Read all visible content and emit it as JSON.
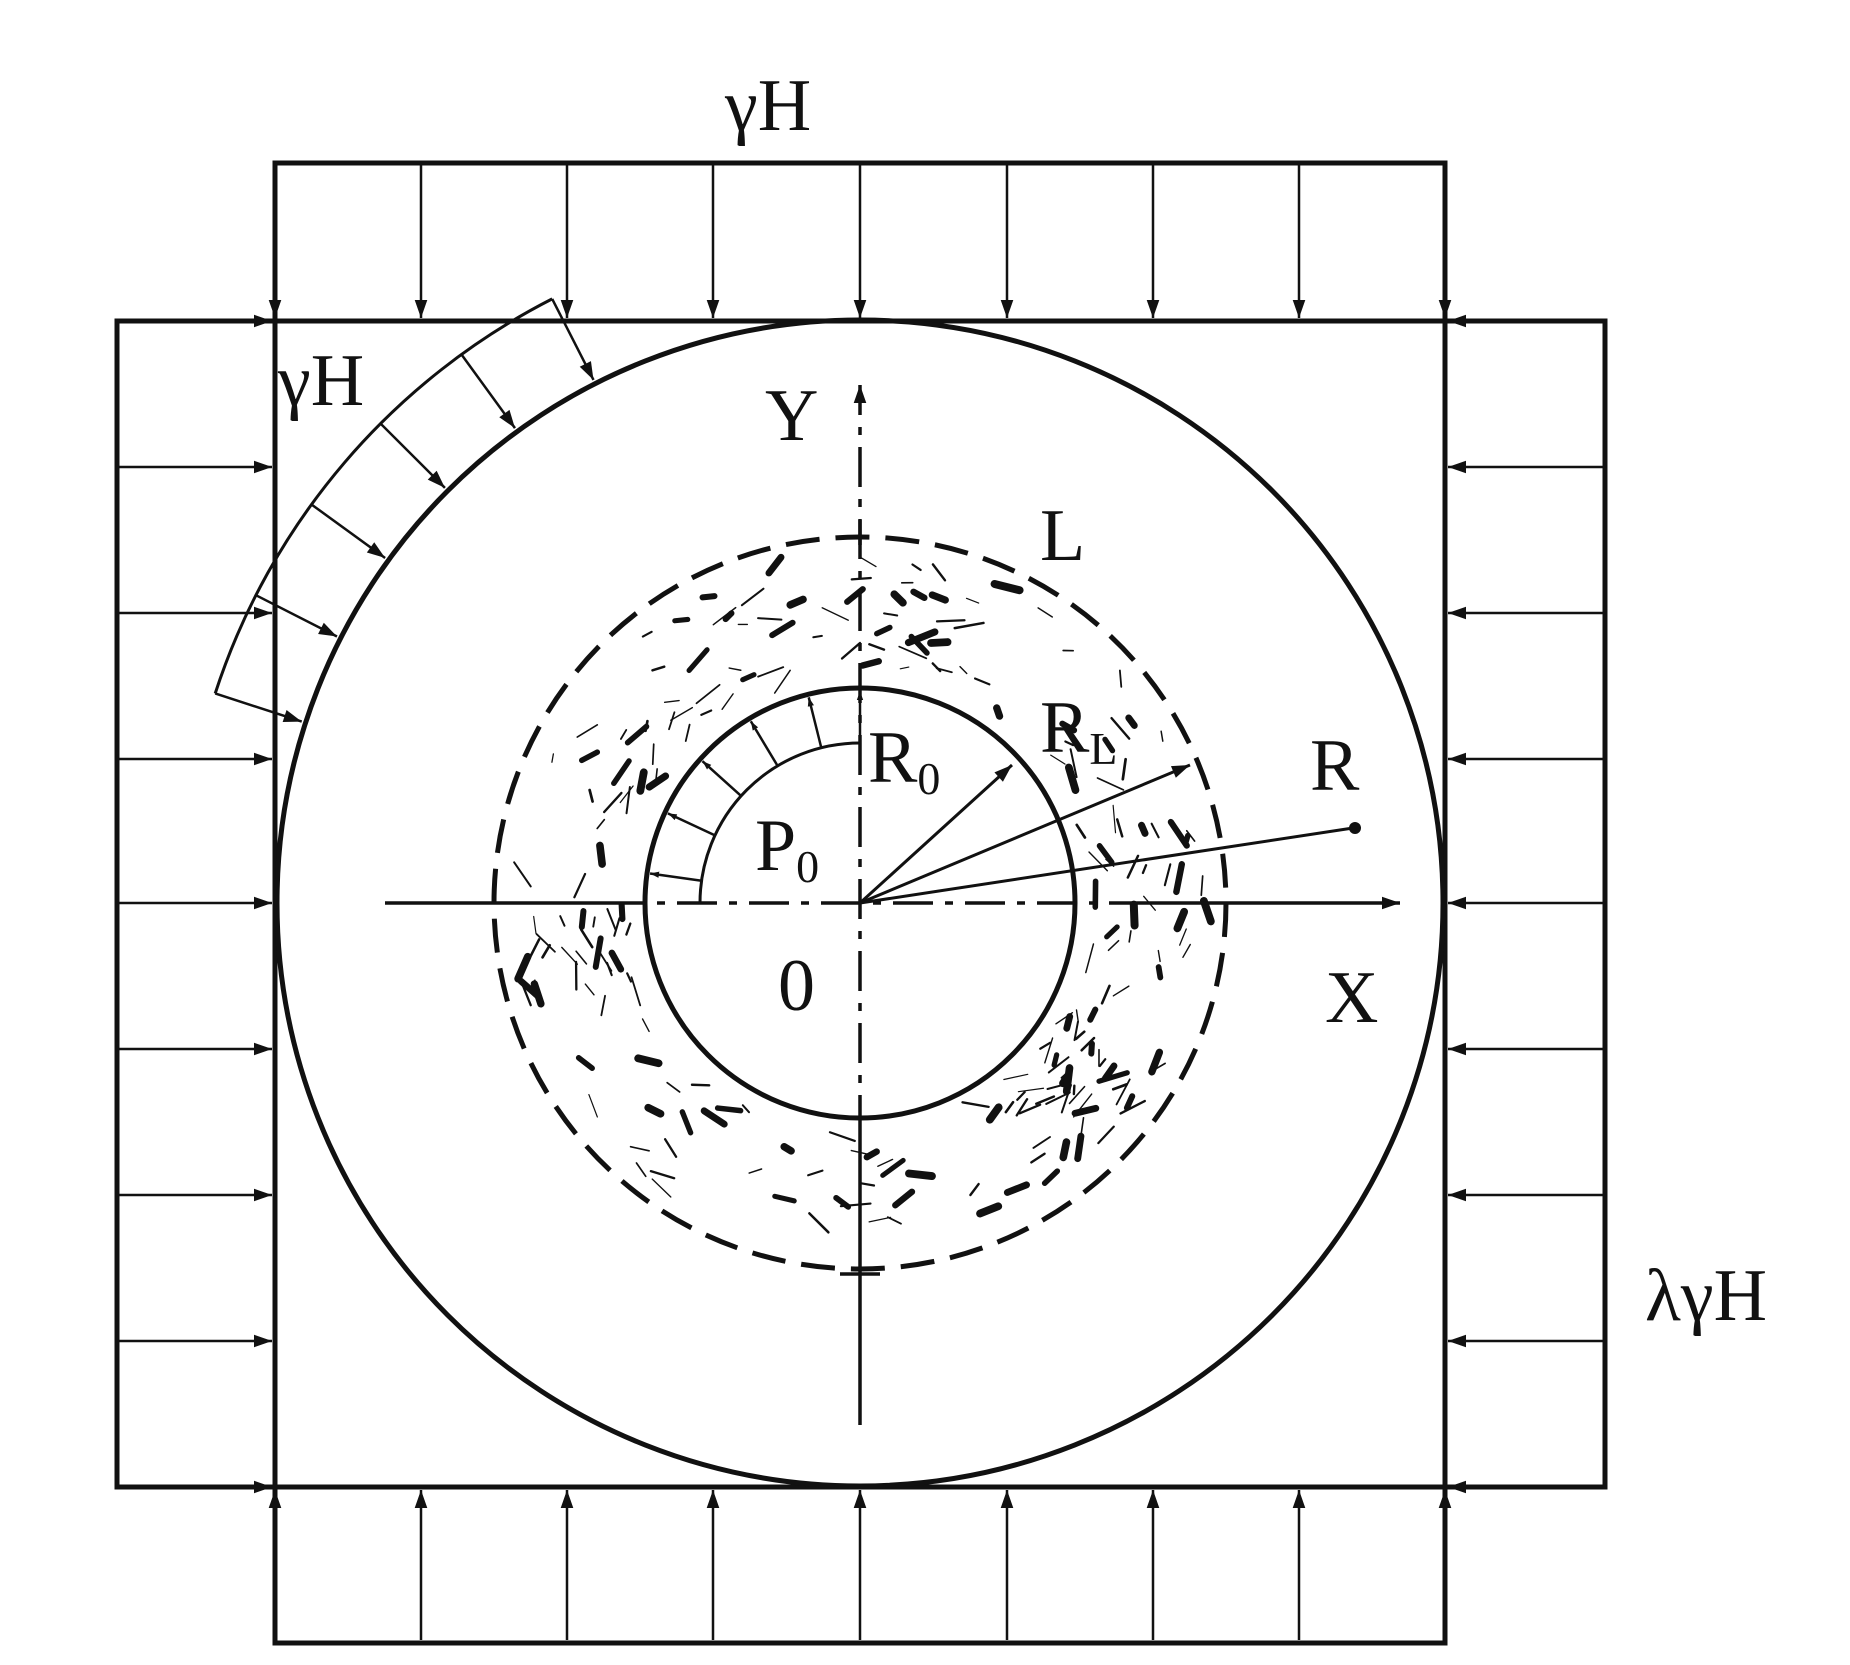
{
  "labels": {
    "top_load": "γH",
    "arc_load": "γH",
    "side_load": "λγH",
    "axis_y": "Y",
    "axis_x": "X",
    "origin": "0",
    "zone": "L",
    "radius_r": "R",
    "r0_base": "R",
    "r0_sub": "0",
    "rl_base": "R",
    "rl_sub": "L",
    "p0_base": "P",
    "p0_sub": "0"
  },
  "colors": {
    "ink": "#111111",
    "background": "#ffffff"
  }
}
